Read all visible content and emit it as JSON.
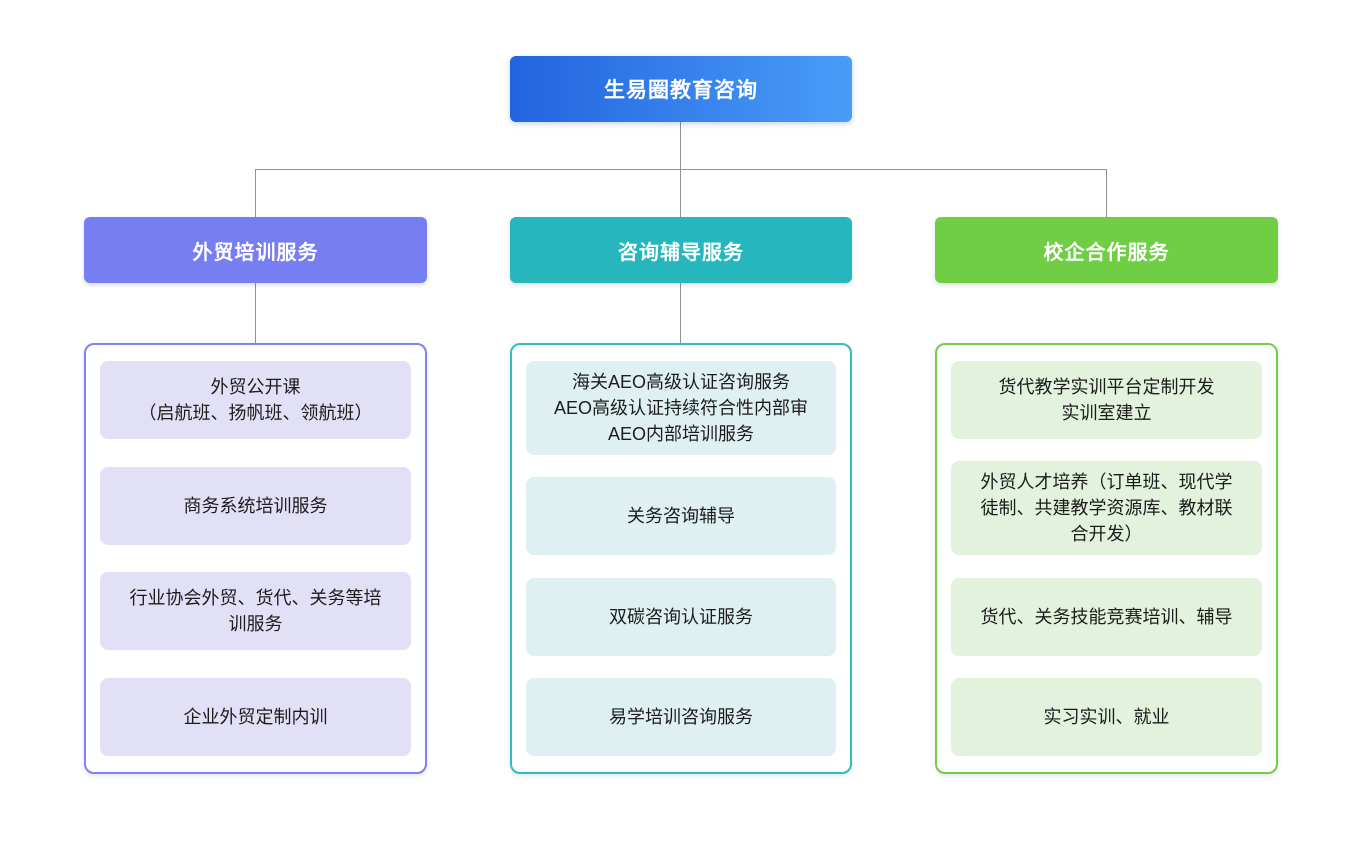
{
  "diagram": {
    "type": "org-chart",
    "connector_color": "#8C9199",
    "background_color": "#FFFFFF",
    "root": {
      "label": "生易圈教育咨询",
      "gradient_start": "#2264DF",
      "gradient_end": "#4A9CF8",
      "text_color": "#FFFFFF"
    },
    "branches": [
      {
        "label": "外贸培训服务",
        "accent_color": "#777EF2",
        "item_bg_color": "#E2E0F7",
        "connector_to_container": true,
        "items": [
          {
            "text": "外贸公开课\n（启航班、扬帆班、领航班）"
          },
          {
            "text": "商务系统培训服务"
          },
          {
            "text": "行业协会外贸、货代、关务等培\n训服务"
          },
          {
            "text": "企业外贸定制内训"
          }
        ]
      },
      {
        "label": "咨询辅导服务",
        "accent_color": "#25B7BD",
        "item_bg_color": "#DFF0F2",
        "connector_to_container": true,
        "items": [
          {
            "text": "海关AEO高级认证咨询服务\nAEO高级认证持续符合性内部审\nAEO内部培训服务"
          },
          {
            "text": "关务咨询辅导"
          },
          {
            "text": "双碳咨询认证服务"
          },
          {
            "text": "易学培训咨询服务"
          }
        ]
      },
      {
        "label": "校企合作服务",
        "accent_color": "#70CE45",
        "item_bg_color": "#E3F2DC",
        "connector_to_container": false,
        "items": [
          {
            "text": "货代教学实训平台定制开发\n实训室建立"
          },
          {
            "text": "外贸人才培养（订单班、现代学\n徒制、共建教学资源库、教材联\n合开发）"
          },
          {
            "text": "货代、关务技能竞赛培训、辅导"
          },
          {
            "text": "实习实训、就业"
          }
        ]
      }
    ]
  }
}
